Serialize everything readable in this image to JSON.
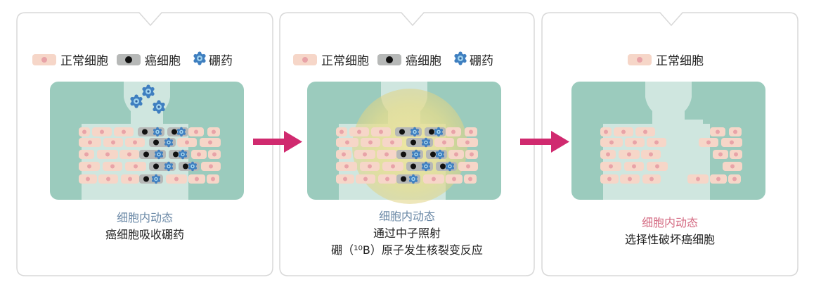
{
  "legend": {
    "normal_cell": "正常细胞",
    "cancer_cell": "癌细胞",
    "boron_drug": "硼药"
  },
  "panels": [
    {
      "caption_title": "细胞内动态",
      "caption_lines": [
        "癌细胞吸收硼药"
      ]
    },
    {
      "caption_title": "细胞内动态",
      "caption_lines": [
        "通过中子照射",
        "硼（¹⁰B）原子发生核裂变反应"
      ]
    },
    {
      "caption_title": "细胞内动态",
      "caption_lines": [
        "选择性破坏癌细胞"
      ]
    }
  ],
  "colors": {
    "tissue_bg": "#9bcbbd",
    "channel": "#cfe6df",
    "normal_cell": "#f6d6c8",
    "normal_nucleus": "#e8a3a8",
    "cancer_cell": "#b6b8b7",
    "arrow": "#d02a6f",
    "caption_blue": "#6a88a6",
    "caption_pink": "#d46a82"
  }
}
